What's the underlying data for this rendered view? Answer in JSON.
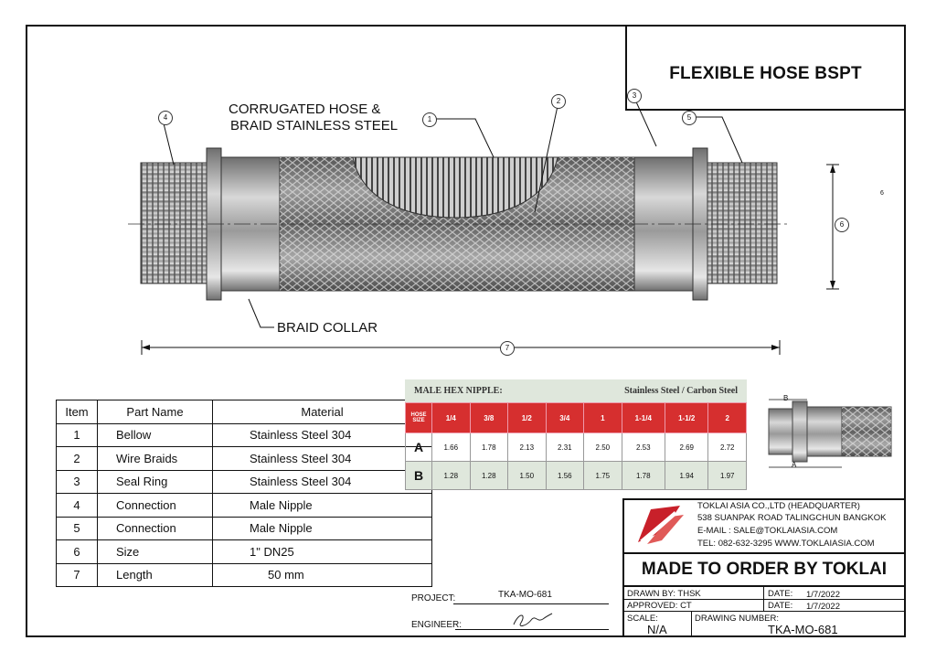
{
  "title": "FLEXIBLE HOSE BSPT",
  "labels": {
    "hose_desc_line1": "CORRUGATED HOSE &",
    "hose_desc_line2": "BRAID STAINLESS STEEL",
    "braid_collar": "BRAID COLLAR",
    "side_note": "6"
  },
  "callouts": [
    "1",
    "2",
    "3",
    "4",
    "5",
    "6",
    "7"
  ],
  "parts_table": {
    "headers": [
      "Item",
      "Part Name",
      "Material"
    ],
    "rows": [
      [
        "1",
        "Bellow",
        "Stainless Steel 304"
      ],
      [
        "2",
        "Wire Braids",
        "Stainless Steel 304"
      ],
      [
        "3",
        "Seal Ring",
        "Stainless Steel 304"
      ],
      [
        "4",
        "Connection",
        "Male Nipple"
      ],
      [
        "5",
        "Connection",
        "Male Nipple"
      ],
      [
        "6",
        "Size",
        "1\" DN25"
      ],
      [
        "7",
        "Length",
        "50 mm"
      ]
    ]
  },
  "nipple_table": {
    "title": "MALE HEX NIPPLE:",
    "material": "Stainless Steel / Carbon Steel",
    "size_header": "HOSE SIZE",
    "sizes": [
      "1/4",
      "3/8",
      "1/2",
      "3/4",
      "1",
      "1-1/4",
      "1-1/2",
      "2"
    ],
    "rows": [
      {
        "label": "A",
        "values": [
          "1.66",
          "1.78",
          "2.13",
          "2.31",
          "2.50",
          "2.53",
          "2.69",
          "2.72"
        ]
      },
      {
        "label": "B",
        "values": [
          "1.28",
          "1.28",
          "1.50",
          "1.56",
          "1.75",
          "1.78",
          "1.94",
          "1.97"
        ]
      }
    ]
  },
  "inset_labels": {
    "b": "B",
    "a": "A"
  },
  "company": {
    "line1": "TOKLAI ASIA CO.,LTD (HEADQUARTER)",
    "line2": "538 SUANPAK ROAD TALINGCHUN BANGKOK",
    "line3": "E-MAIL : SALE@TOKLAIASIA.COM",
    "line4": "TEL: 082-632-3295  WWW.TOKLAIASIA.COM",
    "banner": "MADE TO ORDER BY TOKLAI",
    "brand_color": "#c8202a"
  },
  "title_block": {
    "drawn_by": "DRAWN BY: THSK",
    "approved": "APPROVED: CT",
    "date_label": "DATE:",
    "date1": "1/7/2022",
    "date2": "1/7/2022",
    "scale_label": "SCALE:",
    "scale_value": "N/A",
    "drawing_number_label": "DRAWING NUMBER:",
    "drawing_number": "TKA-MO-681"
  },
  "project": {
    "project_label": "PROJECT:",
    "project_value": "TKA-MO-681",
    "engineer_label": "ENGINEER:"
  }
}
